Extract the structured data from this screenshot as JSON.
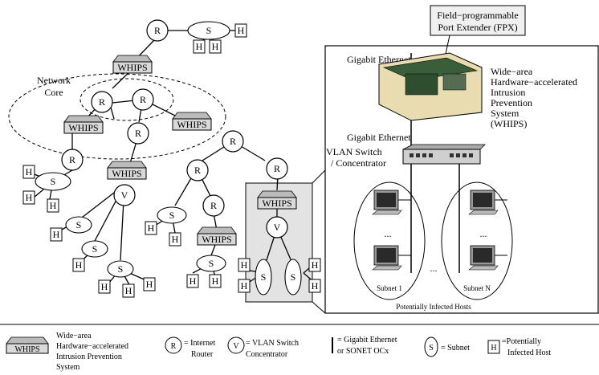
{
  "fpx_label": [
    "Field−programmable",
    "Port Extender (FPX)"
  ],
  "gigabit_top": "Gigabit Ethernet",
  "gigabit_bottom": "Gigabit Ethernet",
  "whips_desc": [
    "Wide−area",
    "Hardware−accelerated",
    "Intrusion",
    "Prevention",
    "System",
    "(WHIPS)"
  ],
  "vlan_switch": [
    "VLAN Switch",
    "/ Concentrator"
  ],
  "network_core": [
    "Network",
    "Core"
  ],
  "subnet1": "Subnet 1",
  "subnetN": "Subnet N",
  "ellipsis": "...",
  "hosts_caption": "Potentially Infected Hosts",
  "node_labels": {
    "router": "R",
    "switch": "S",
    "vlan": "V",
    "host": "H",
    "whips": "WHIPS"
  },
  "legend": {
    "whips_box": "WHIPS",
    "whips_text": [
      "Wide−area",
      "Hardware−accelerated",
      "Intrusion Prevention",
      "System"
    ],
    "router_letter": "R",
    "router_text": [
      "= Internet",
      "Router"
    ],
    "vlan_letter": "V",
    "vlan_text": [
      "= VLAN Switch",
      "Concentrator"
    ],
    "link_text": [
      "= Gigabit Ethernet",
      "or SONET OCx"
    ],
    "subnet_letter": "S",
    "subnet_text": "= Subnet",
    "host_letter": "H",
    "host_text": [
      "=Potentially",
      "Infected Host"
    ]
  },
  "colors": {
    "whips_fill": "#d9d9d9",
    "panel_fill": "#e3e3e3",
    "fpx_box_fill": "#f0f0f0"
  }
}
